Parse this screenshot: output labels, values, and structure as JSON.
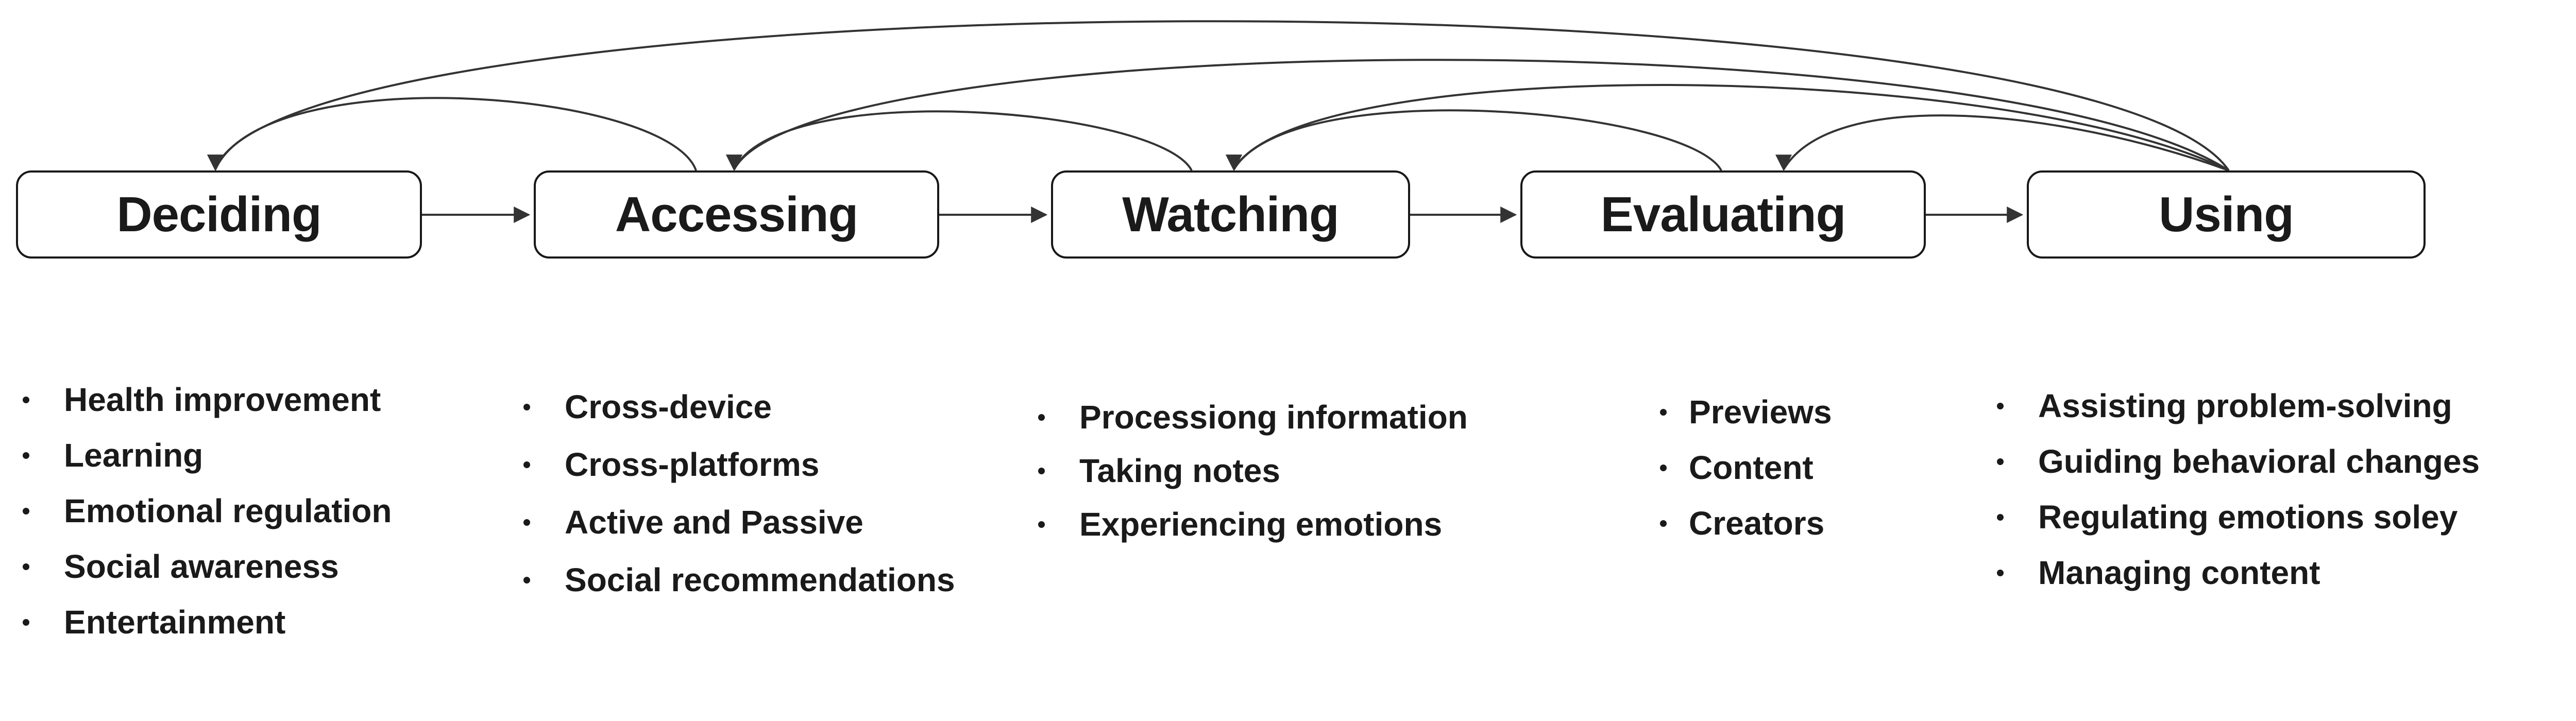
{
  "stages": [
    {
      "label": "Deciding"
    },
    {
      "label": "Accessing"
    },
    {
      "label": "Watching"
    },
    {
      "label": "Evaluating"
    },
    {
      "label": "Using"
    }
  ],
  "lists": [
    {
      "stage": "Deciding",
      "items": [
        "Health improvement",
        "Learning",
        "Emotional regulation",
        "Social awareness",
        "Entertainment"
      ]
    },
    {
      "stage": "Accessing",
      "items": [
        "Cross-device",
        "Cross-platforms",
        "Active and Passive",
        "Social recommendations"
      ]
    },
    {
      "stage": "Watching",
      "items": [
        "Processiong information",
        "Taking notes",
        "Experiencing emotions"
      ]
    },
    {
      "stage": "Evaluating",
      "items": [
        "Previews",
        "Content",
        "Creators"
      ]
    },
    {
      "stage": "Using",
      "items": [
        "Assisting problem-solving",
        "Guiding behavioral changes",
        "Regulating emotions soley",
        "Managing content"
      ]
    }
  ],
  "edges": {
    "forward": [
      {
        "from": "Deciding",
        "to": "Accessing"
      },
      {
        "from": "Accessing",
        "to": "Watching"
      },
      {
        "from": "Watching",
        "to": "Evaluating"
      },
      {
        "from": "Evaluating",
        "to": "Using"
      }
    ],
    "feedback": [
      {
        "from": "Accessing",
        "to": "Deciding"
      },
      {
        "from": "Watching",
        "to": "Accessing"
      },
      {
        "from": "Evaluating",
        "to": "Watching"
      },
      {
        "from": "Using",
        "to": "Evaluating"
      },
      {
        "from": "Using",
        "to": "Watching"
      },
      {
        "from": "Using",
        "to": "Accessing"
      },
      {
        "from": "Using",
        "to": "Deciding"
      }
    ]
  },
  "colors": {
    "line": "#333333",
    "box_border": "#181818",
    "text": "#1a1a1a",
    "background": "#ffffff"
  }
}
